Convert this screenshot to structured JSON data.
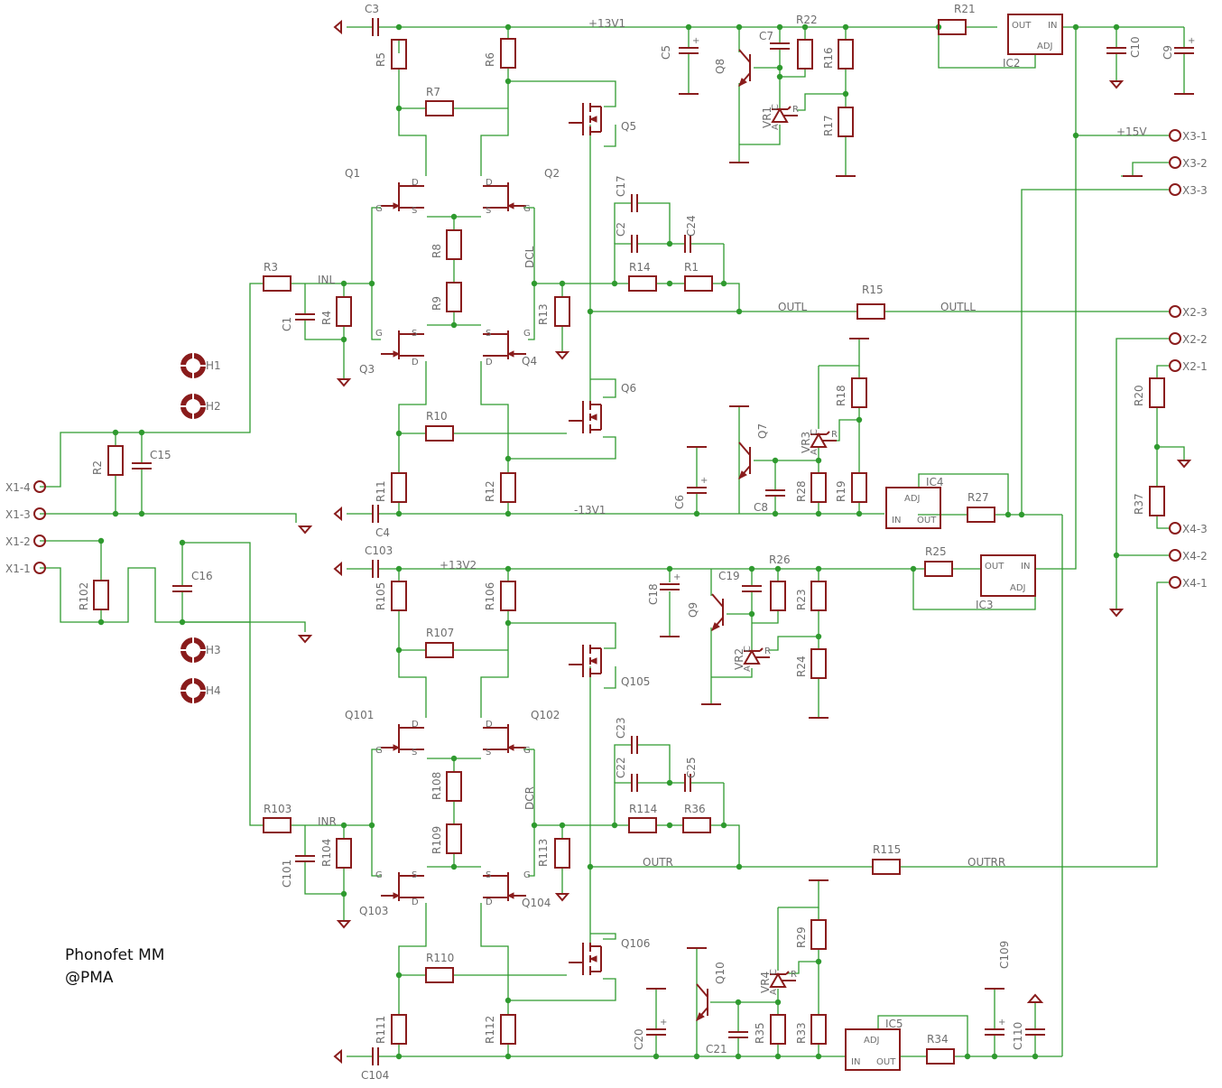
{
  "title_lines": [
    "Phonofet MM",
    "@PMA"
  ],
  "nets": {
    "plus13v1": "+13V1",
    "minus13v1": "-13V1",
    "plus13v2": "+13V2",
    "plus15v": "+15V",
    "inl": "INL",
    "inr": "INR",
    "dcl": "DCL",
    "dcr": "DCR",
    "outl": "OUTL",
    "outll": "OUTLL",
    "outr": "OUTR",
    "outrr": "OUTRR"
  },
  "connectors": [
    "X1-4",
    "X1-3",
    "X1-2",
    "X1-1",
    "X2-3",
    "X2-2",
    "X2-1",
    "X3-1",
    "X3-2",
    "X3-3",
    "X4-3",
    "X4-2",
    "X4-1"
  ],
  "holes": [
    "H1",
    "H2",
    "H3",
    "H4"
  ],
  "regulators": {
    "IC2": {
      "name": "IC2",
      "pins": [
        "OUT",
        "IN",
        "ADJ"
      ]
    },
    "IC3": {
      "name": "IC3",
      "pins": [
        "OUT",
        "IN",
        "ADJ"
      ]
    },
    "IC4": {
      "name": "IC4",
      "pins": [
        "ADJ",
        "IN",
        "OUT"
      ]
    },
    "IC5": {
      "name": "IC5",
      "pins": [
        "ADJ",
        "IN",
        "OUT"
      ]
    }
  },
  "pin_letters": {
    "d": "D",
    "g": "G",
    "s": "S",
    "a": "A",
    "c": "C",
    "r": "R"
  },
  "labels": {
    "resistors": [
      "R1",
      "R2",
      "R3",
      "R4",
      "R5",
      "R6",
      "R7",
      "R8",
      "R9",
      "R10",
      "R11",
      "R12",
      "R13",
      "R14",
      "R15",
      "R16",
      "R17",
      "R18",
      "R19",
      "R20",
      "R21",
      "R22",
      "R23",
      "R24",
      "R25",
      "R26",
      "R27",
      "R28",
      "R29",
      "R33",
      "R34",
      "R35",
      "R36",
      "R37",
      "R102",
      "R103",
      "R104",
      "R105",
      "R106",
      "R107",
      "R108",
      "R109",
      "R110",
      "R111",
      "R112",
      "R113",
      "R114",
      "R115"
    ],
    "capacitors": [
      "C1",
      "C2",
      "C3",
      "C4",
      "C5",
      "C6",
      "C7",
      "C8",
      "C9",
      "C10",
      "C15",
      "C16",
      "C17",
      "C18",
      "C19",
      "C20",
      "C21",
      "C22",
      "C23",
      "C24",
      "C25",
      "C101",
      "C103",
      "C104",
      "C109",
      "C110"
    ],
    "transistors": [
      "Q1",
      "Q2",
      "Q3",
      "Q4",
      "Q5",
      "Q6",
      "Q7",
      "Q8",
      "Q9",
      "Q10",
      "Q101",
      "Q102",
      "Q103",
      "Q104",
      "Q105",
      "Q106"
    ],
    "references": [
      "VR1",
      "VR2",
      "VR3",
      "VR4"
    ]
  }
}
